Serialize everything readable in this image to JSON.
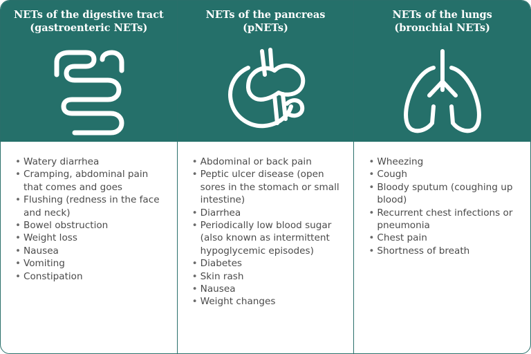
{
  "columns": [
    {
      "title_line1": "NETs of the digestive tract",
      "title_line2": "(gastroenteric NETs)",
      "icon": "intestine-icon",
      "items": [
        "Watery diarrhea",
        "Cramping, abdominal pain that comes and goes",
        "Flushing (redness in the face and neck)",
        "Bowel obstruction",
        "Weight loss",
        "Nausea",
        "Vomiting",
        "Constipation"
      ]
    },
    {
      "title_line1": "NETs of the pancreas",
      "title_line2": "(pNETs)",
      "icon": "pancreas-icon",
      "items": [
        "Abdominal or back pain",
        "Peptic ulcer disease (open sores in the stomach or small intestine)",
        "Diarrhea",
        "Periodically low blood sugar (also known as intermittent hypoglycemic episodes)",
        "Diabetes",
        "Skin rash",
        "Nausea",
        "Weight changes"
      ]
    },
    {
      "title_line1": "NETs of the lungs",
      "title_line2": "(bronchial NETs)",
      "icon": "lungs-icon",
      "items": [
        "Wheezing",
        "Cough",
        "Bloody sputum (coughing up blood)",
        "Recurrent chest infections or pneumonia",
        "Chest pain",
        "Shortness of breath"
      ]
    }
  ],
  "colors": {
    "header_bg": "#25706a",
    "header_text": "#ffffff",
    "body_text": "#4a4a4a",
    "border": "#2a6f6a"
  }
}
